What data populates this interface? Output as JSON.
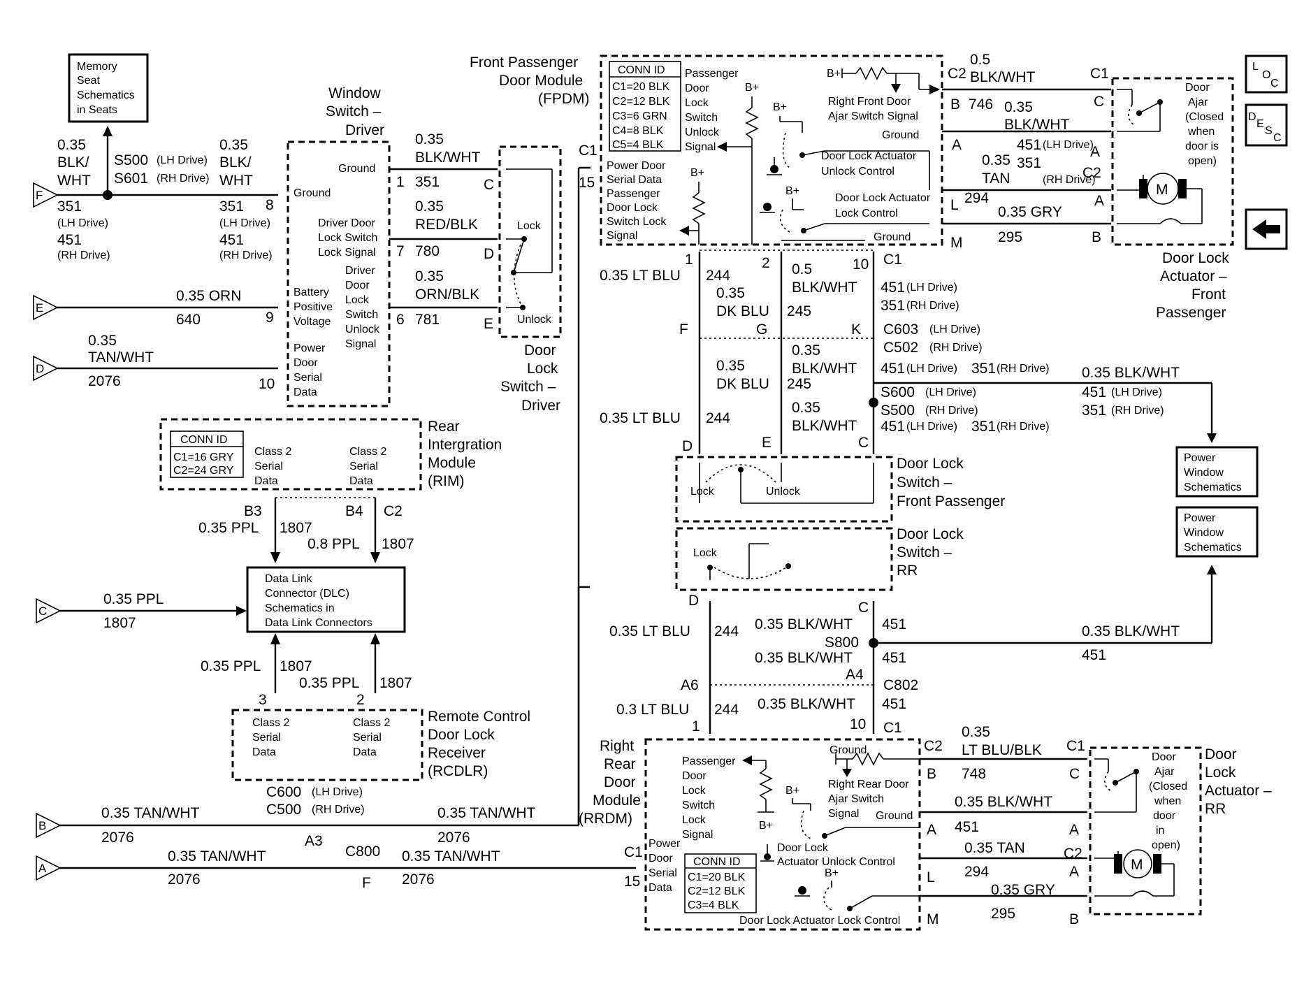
{
  "labels": {
    "memory_seat": [
      "Memory",
      "Seat",
      "Schematics",
      "in Seats"
    ],
    "window_switch": [
      "Window",
      "Switch –",
      "Driver"
    ],
    "fpdm": [
      "Front Passenger",
      "Door Module",
      "(FPDM)"
    ],
    "fpdm_conn": [
      "CONN ID",
      "C1=20 BLK",
      "C2=12 BLK",
      "C3=6 GRN",
      "C4=8 BLK",
      "C5=4 BLK"
    ],
    "fpdm_pass_unlock": [
      "Passenger",
      "Door",
      "Lock",
      "Switch",
      "Unlock",
      "Signal"
    ],
    "fpdm_serial": [
      "Power Door",
      "Serial Data"
    ],
    "fpdm_pass_lock": [
      "Passenger",
      "Door Lock",
      "Switch Lock",
      "Signal"
    ],
    "right_front_ajar": [
      "Right Front Door",
      "Ajar Switch Signal"
    ],
    "actuator_unlock": [
      "Door Lock Actuator",
      "Unlock Control"
    ],
    "actuator_lock": [
      "Door Lock Actuator",
      "Lock Control"
    ],
    "door_lock_switch_driver": [
      "Door",
      "Lock",
      "Switch –",
      "Driver"
    ],
    "rim": [
      "Rear",
      "Intergration",
      "Module",
      "(RIM)"
    ],
    "rim_conn": [
      "CONN ID",
      "C1=16 GRY",
      "C2=24 GRY"
    ],
    "class2": [
      "Class 2",
      "Serial",
      "Data"
    ],
    "dlc": [
      "Data Link",
      "Connector (DLC)",
      "Schematics in",
      "Data Link Connectors"
    ],
    "rcdlr": [
      "Remote Control",
      "Door Lock",
      "Receiver",
      "(RCDLR)"
    ],
    "door_lock_switch_fp": [
      "Door Lock",
      "Switch –",
      "Front Passenger"
    ],
    "door_lock_switch_rr": [
      "Door Lock",
      "Switch –",
      "RR"
    ],
    "power_window": [
      "Power",
      "Window",
      "Schematics"
    ],
    "actuator_front": [
      "Door Lock",
      "Actuator –",
      "Front",
      "Passenger"
    ],
    "actuator_rr": [
      "Door",
      "Lock",
      "Actuator –",
      "RR"
    ],
    "door_ajar": [
      "Door",
      "Ajar",
      "(Closed",
      "when",
      "door is",
      "open)"
    ],
    "door_ajar_rr": [
      "Door",
      "Ajar",
      "(Closed",
      "when",
      "door",
      "in",
      "open)"
    ],
    "rrdm": [
      "Right",
      "Rear",
      "Door",
      "Module",
      "(RRDM)"
    ],
    "rrdm_conn": [
      "CONN ID",
      "C1=20 BLK",
      "C2=12 BLK",
      "C3=4 BLK"
    ],
    "rrdm_pass": [
      "Passenger",
      "Door",
      "Lock",
      "Switch",
      "Lock",
      "Signal"
    ],
    "right_rear_ajar": [
      "Right Rear Door",
      "Ajar Switch",
      "Signal"
    ],
    "rrdm_serial": [
      "Power",
      "Door",
      "Serial",
      "Data"
    ],
    "rr_unlock": [
      "Door Lock",
      "Actuator Unlock Control"
    ],
    "rr_lock": "Door Lock Actuator Lock Control",
    "ground": "Ground",
    "driver_lock_sig": [
      "Driver Door",
      "Lock Switch",
      "Lock Signal"
    ],
    "driver_unlock_sig": [
      "Driver",
      "Door",
      "Lock",
      "Switch",
      "Unlock",
      "Signal"
    ],
    "battery": [
      "Battery",
      "Positive",
      "Voltage"
    ],
    "power_serial": [
      "Power",
      "Door",
      "Serial",
      "Data"
    ],
    "lock": "Lock",
    "unlock": "Unlock",
    "bplus": "B+",
    "loc": [
      "L",
      "O",
      "C"
    ],
    "desc": [
      "D",
      "E",
      "S",
      "C"
    ],
    "s500": "S500",
    "s601": "S601",
    "lh_drive": "(LH Drive)",
    "rh_drive": "(RH Drive)",
    "wire_035": "0.35",
    "blk": "BLK/",
    "wht": "WHT",
    "c600": "C600",
    "c500": "C500",
    "c800": "C800",
    "c603": "C603",
    "c502": "C502",
    "s600": "S600",
    "s500b": "S500",
    "s800": "S800",
    "c802": "C802"
  },
  "connectors": [
    "F",
    "E",
    "D",
    "C",
    "B",
    "A"
  ],
  "wires": {
    "orn": "0.35 ORN",
    "c640": "640",
    "tanwht": "TAN/WHT",
    "c2076": "2076",
    "ppl": "0.35 PPL",
    "c1807": "1807",
    "ppl08": "0.8 PPL",
    "blkwht": "BLK/WHT",
    "c351": "351",
    "redblk": "RED/BLK",
    "c780": "780",
    "ornblk": "ORN/BLK",
    "c781": "781",
    "ltblu": "0.35 LT BLU",
    "c244": "244",
    "dkblu": "DK BLU",
    "c245": "245",
    "c05": "0.5",
    "c451": "451",
    "blkwht035": "0.35 BLK/WHT",
    "ltblu03": "0.3 LT BLU",
    "tanwht035": "0.35 TAN/WHT",
    "c746": "746",
    "c294": "294",
    "c295": "295",
    "gry": "0.35 GRY",
    "tan": "TAN",
    "tan035": "0.35 TAN",
    "ltblublk": "LT BLU/BLK",
    "c748": "748"
  },
  "pins": {
    "n1": "1",
    "n2": "2",
    "n3": "3",
    "n6": "6",
    "n7": "7",
    "n8": "8",
    "n9": "9",
    "n10": "10",
    "n15": "15",
    "A": "A",
    "B": "B",
    "C": "C",
    "D": "D",
    "E": "E",
    "F": "F",
    "G": "G",
    "K": "K",
    "L": "L",
    "M": "M",
    "C1": "C1",
    "C2": "C2",
    "B3": "B3",
    "B4": "B4",
    "A3": "A3",
    "A4": "A4",
    "A6": "A6"
  }
}
